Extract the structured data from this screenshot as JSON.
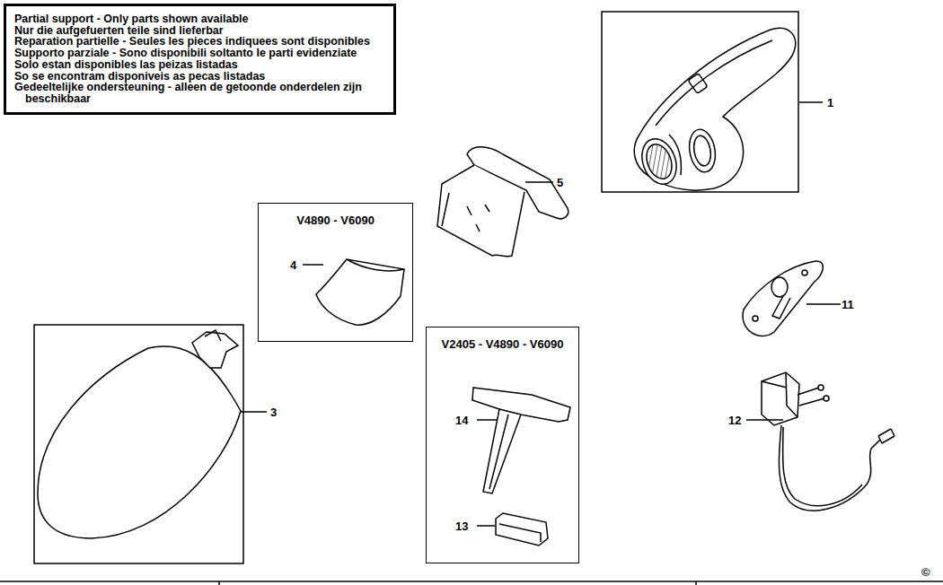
{
  "diagram": {
    "nodes": [
      {
        "text": [
          "Partial support - Only parts shown available",
          "Nur die aufgefuerten teile sind lieferbar",
          "Reparation partielle - Seules les pieces indiquees sont disponibles",
          "Supporto parziale - Sono disponibili soltanto le parti evidenziate",
          "Solo estan disponibles las peizas listadas",
          "So se encontram disponiveis as pecas listadas",
          "Gedeeltelijke ondersteuning - alleen de getoonde onderdelen zijn beschikbaar"
        ]
      },
      {
        "text": [
          "V4890 - V6090"
        ]
      },
      {
        "text": [
          "V2405 - V4890 - V6090"
        ]
      }
    ],
    "labels": [
      "1",
      "5",
      "4",
      "3",
      "11",
      "12",
      "14",
      "13",
      "©"
    ]
  }
}
